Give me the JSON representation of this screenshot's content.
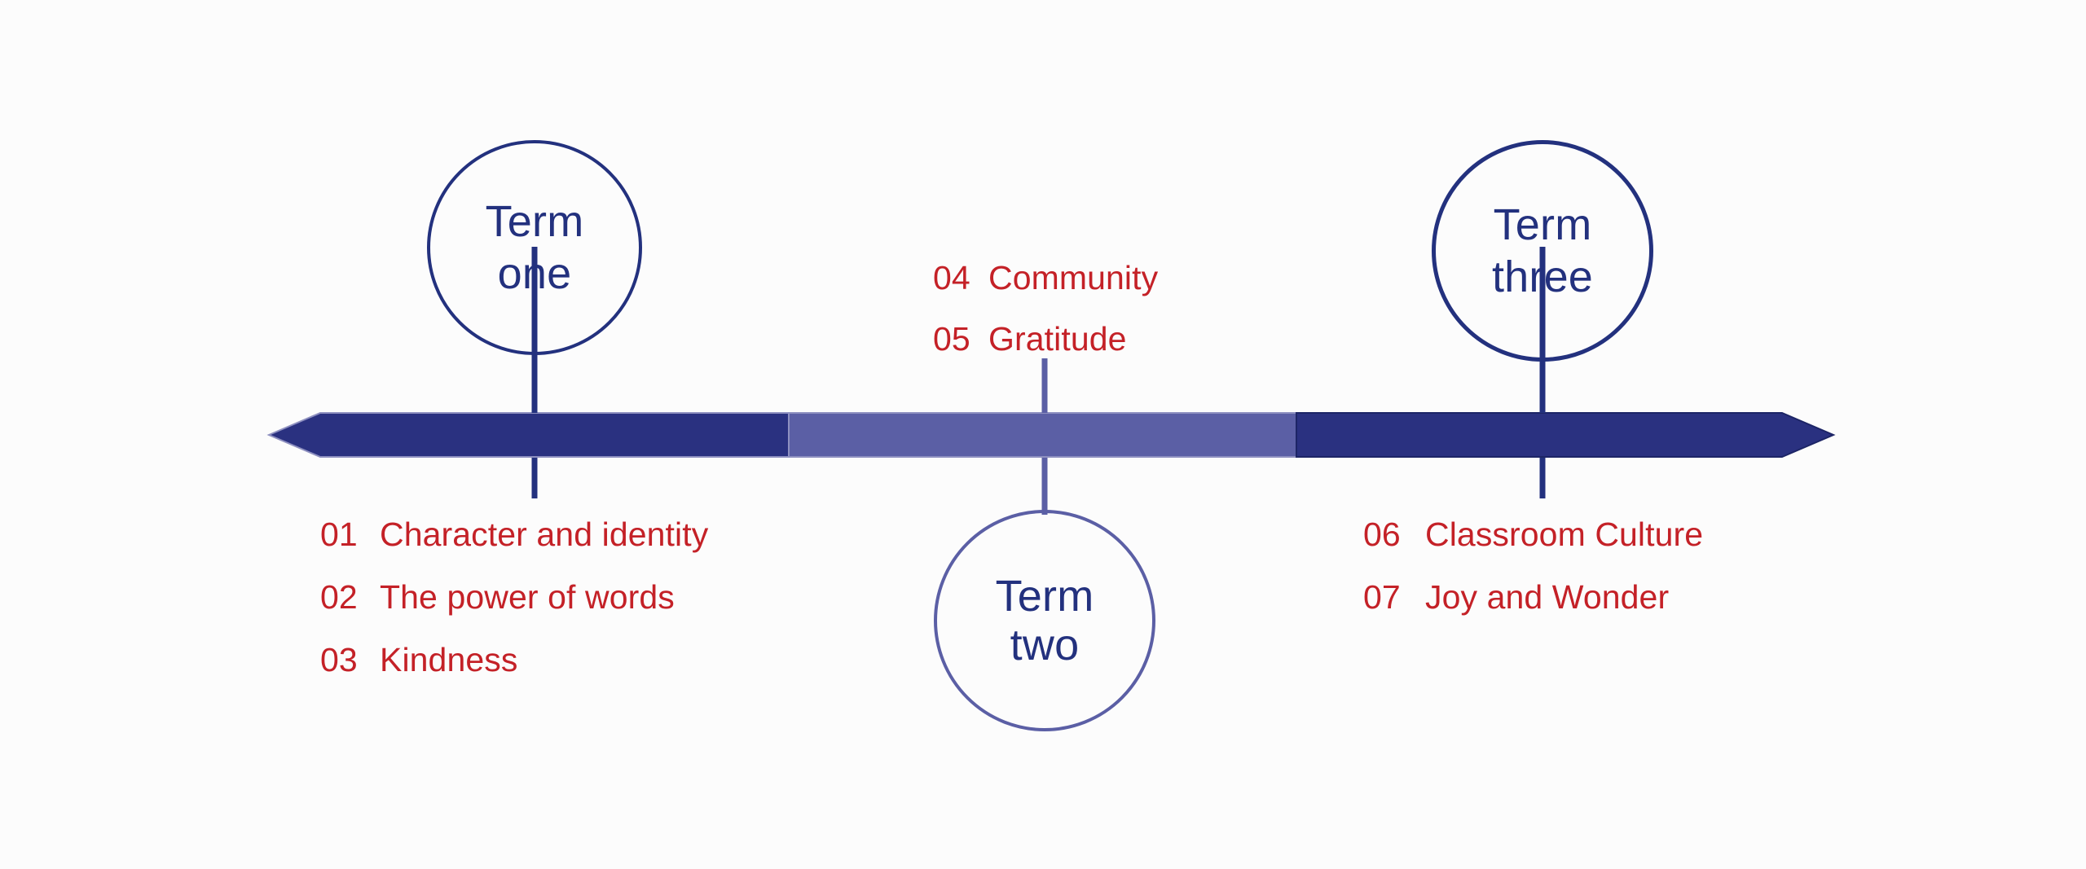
{
  "page": {
    "background_color": "#fcfcfc",
    "title": "Term timeline"
  },
  "colors": {
    "navy": "#23317e",
    "bar_dark": "#2a3180",
    "bar_light": "#5b5fa5",
    "red": "#c42127"
  },
  "timeline": {
    "orientation": "horizontal",
    "arrow_left": true,
    "arrow_right": true,
    "segments": [
      {
        "name": "segment-term-one",
        "color": "#2a3180"
      },
      {
        "name": "segment-term-two",
        "color": "#5b5fa5"
      },
      {
        "name": "segment-term-three",
        "color": "#2a3180"
      }
    ]
  },
  "nodes": [
    {
      "id": "term-one",
      "line1": "Term",
      "line2": "one",
      "border_color": "#23317e",
      "position": "above"
    },
    {
      "id": "term-two",
      "line1": "Term",
      "line2": "two",
      "border_color": "#5b5fa5",
      "position": "below"
    },
    {
      "id": "term-three",
      "line1": "Term",
      "line2": "three",
      "border_color": "#23317e",
      "position": "above"
    }
  ],
  "topic_groups": [
    {
      "id": "term-one-topics",
      "belongs_to": "term-one",
      "position": "below",
      "items": [
        {
          "number": "01",
          "label": "Character and identity"
        },
        {
          "number": "02",
          "label": "The power of words"
        },
        {
          "number": "03",
          "label": "Kindness"
        }
      ]
    },
    {
      "id": "term-two-topics",
      "belongs_to": "term-two",
      "position": "above",
      "items": [
        {
          "number": "04",
          "label": "Community"
        },
        {
          "number": "05",
          "label": "Gratitude"
        }
      ]
    },
    {
      "id": "term-three-topics",
      "belongs_to": "term-three",
      "position": "below",
      "items": [
        {
          "number": "06",
          "label": "Classroom Culture"
        },
        {
          "number": "07",
          "label": "Joy and Wonder"
        }
      ]
    }
  ]
}
